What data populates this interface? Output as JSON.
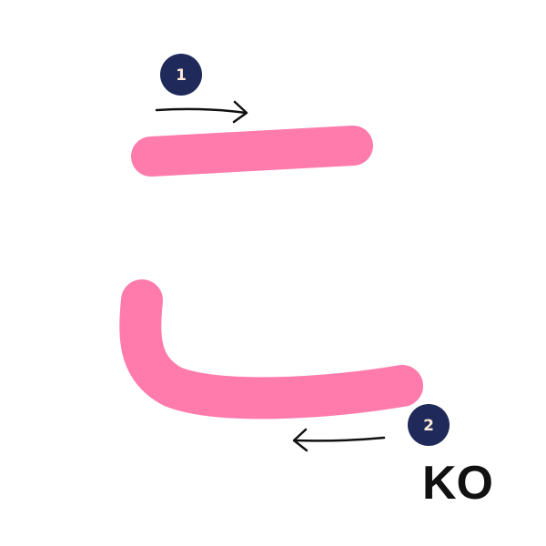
{
  "stroke_color": "#FF7BAC",
  "arrow_color": "#111111",
  "badge_color": "#1F2A5A",
  "badge_text_color": "#FDE9D6",
  "strokes": [
    {
      "number": "1",
      "direction": "left-to-right",
      "arrow_icon": "arrow-right-icon"
    },
    {
      "number": "2",
      "direction": "right-to-left",
      "arrow_icon": "arrow-left-icon"
    }
  ],
  "romaji": "KO"
}
